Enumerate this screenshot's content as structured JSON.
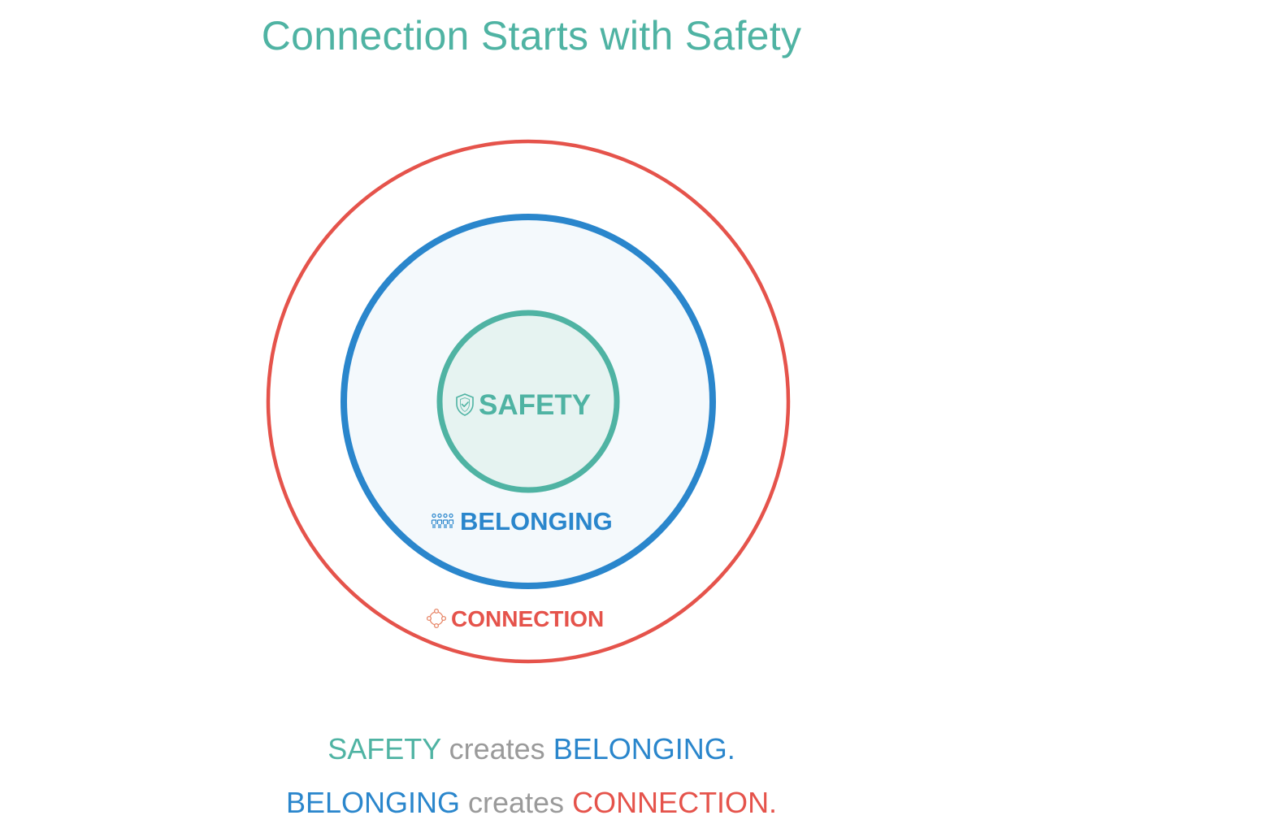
{
  "title": "Connection Starts with Safety",
  "colors": {
    "safety": "#4fb3a3",
    "safety_fill": "#e6f3f1",
    "belonging": "#2a86cc",
    "belonging_fill": "#f4f9fc",
    "connection": "#e5534b",
    "connection_fill": "#ffffff",
    "muted": "#9a9a9a"
  },
  "rings": {
    "safety": {
      "label": "SAFETY",
      "icon": "shield-check-icon"
    },
    "belonging": {
      "label": "BELONGING",
      "icon": "people-group-icon"
    },
    "connection": {
      "label": "CONNECTION",
      "icon": "network-circle-icon"
    }
  },
  "captions": [
    {
      "subject": "SAFETY",
      "verb": " creates ",
      "object": "BELONGING."
    },
    {
      "subject": "BELONGING",
      "verb": " creates ",
      "object": "CONNECTION."
    }
  ]
}
